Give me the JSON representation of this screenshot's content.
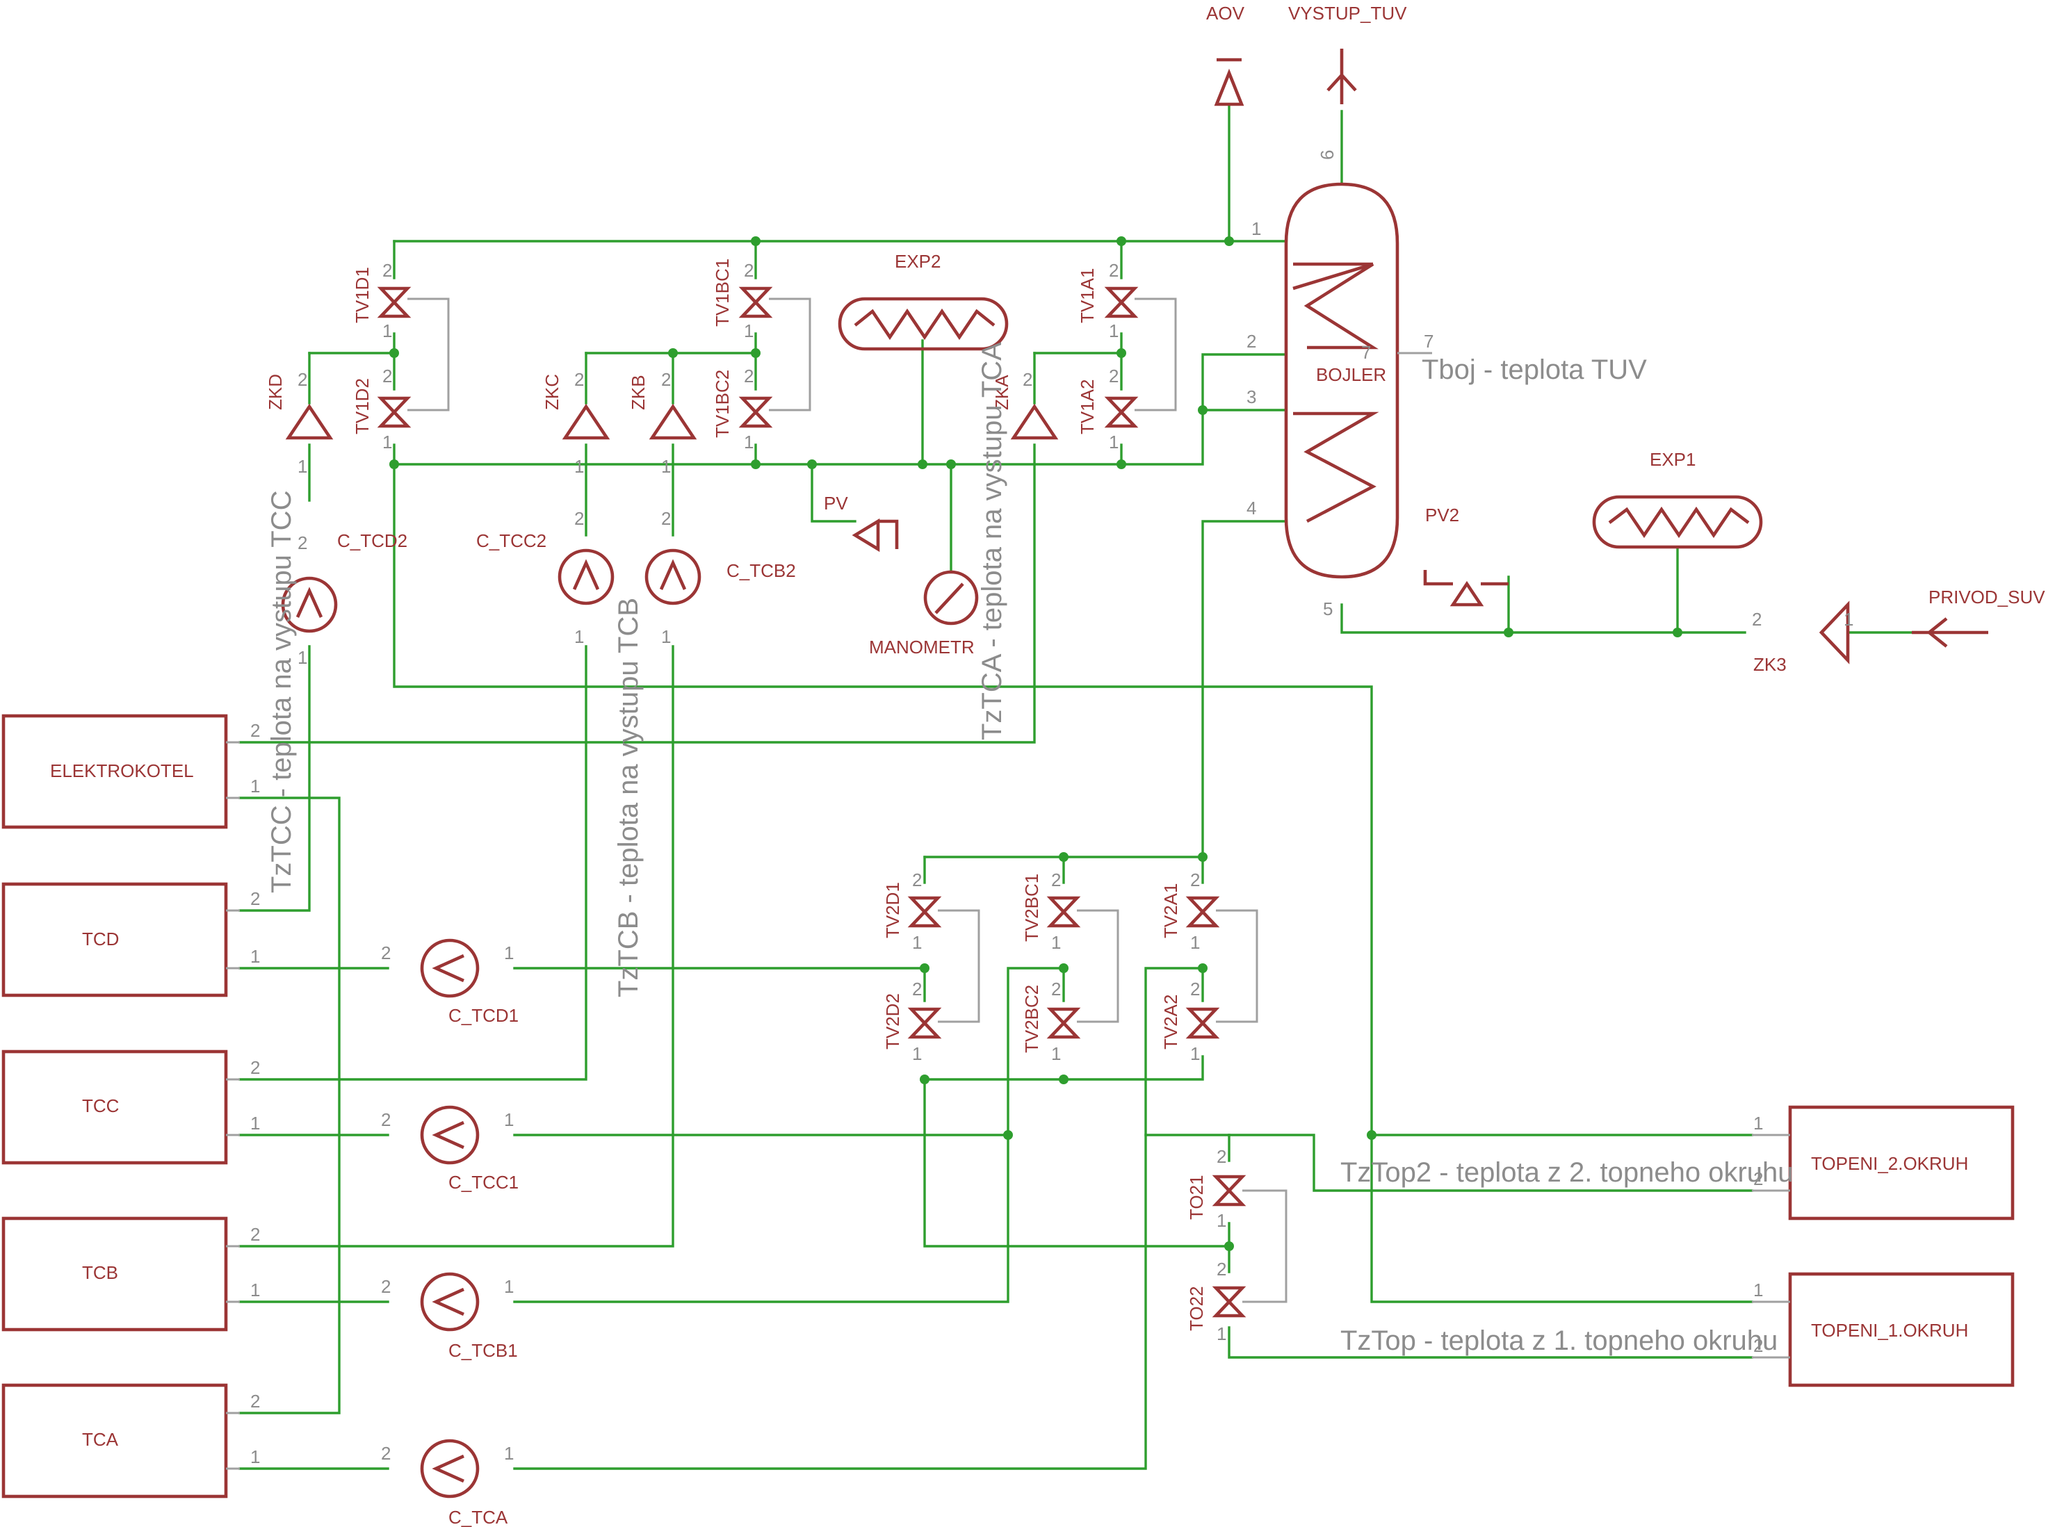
{
  "title": "",
  "colors": {
    "background": "#ffffff",
    "symbol": "#9b3535",
    "net": "#2e9e2e",
    "annotation": "#8c8c8c"
  },
  "components": {
    "bojler": "BOJLER",
    "elektrokotel": "ELEKTROKOTEL",
    "tcd": "TCD",
    "tcc": "TCC",
    "tcb": "TCB",
    "tca": "TCA",
    "topeni2": "TOPENI_2.OKRUH",
    "topeni1": "TOPENI_1.OKRUH",
    "exp1": "EXP1",
    "exp2": "EXP2",
    "manometr": "MANOMETR",
    "pv": "PV",
    "pv2": "PV2",
    "aov": "AOV",
    "vystup_tuv": "VYSTUP_TUV",
    "privod_suv": "PRIVOD_SUV",
    "zk3": "ZK3",
    "zka": "ZKA",
    "zkb": "ZKB",
    "zkc": "ZKC",
    "zkd": "ZKD"
  },
  "pumps": {
    "c_tcd2": "C_TCD2",
    "c_tcc2": "C_TCC2",
    "c_tcb2": "C_TCB2",
    "c_tcd1": "C_TCD1",
    "c_tcc1": "C_TCC1",
    "c_tcb1": "C_TCB1",
    "c_tca": "C_TCA"
  },
  "valves": {
    "tv1d1": "TV1D1",
    "tv1d2": "TV1D2",
    "tv1bc1": "TV1BC1",
    "tv1bc2": "TV1BC2",
    "tv1a1": "TV1A1",
    "tv1a2": "TV1A2",
    "tv2d1": "TV2D1",
    "tv2d2": "TV2D2",
    "tv2bc1": "TV2BC1",
    "tv2bc2": "TV2BC2",
    "tv2a1": "TV2A1",
    "tv2a2": "TV2A2",
    "to21": "TO21",
    "to22": "TO22"
  },
  "annotations": {
    "tboj": "Tboj - teplota TUV",
    "tztcc": "TzTCC - teplota na vystupu TCC",
    "tztcb": "TzTCB - teplota na vystupu TCB",
    "tztca": "TzTCA - teplota na vystupu TCA",
    "tztop2": "TzTop2 - teplota z 2. topneho okruhu",
    "tztop": "TzTop - teplota z 1. topneho okruhu"
  },
  "pin_numbers": {
    "one": "1",
    "two": "2",
    "three": "3",
    "four": "4",
    "five": "5",
    "six": "6",
    "seven": "7"
  }
}
